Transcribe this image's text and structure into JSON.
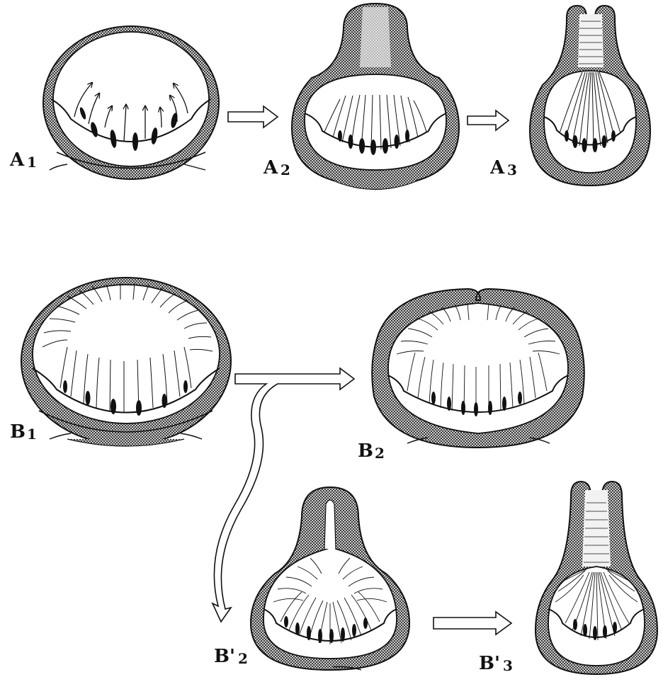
{
  "figure": {
    "panels": [
      {
        "id": "A1",
        "letter": "A",
        "sub": "1"
      },
      {
        "id": "A2",
        "letter": "A",
        "sub": "2"
      },
      {
        "id": "A3",
        "letter": "A",
        "sub": "3"
      },
      {
        "id": "B1",
        "letter": "B",
        "sub": "1"
      },
      {
        "id": "B2",
        "letter": "B",
        "sub": "2"
      },
      {
        "id": "B2p",
        "letter": "B'",
        "sub": "2"
      },
      {
        "id": "B3p",
        "letter": "B'",
        "sub": "3"
      }
    ],
    "arrows": [
      {
        "from": "A1",
        "to": "A2"
      },
      {
        "from": "A2",
        "to": "A3"
      },
      {
        "from": "B1",
        "to": "B2"
      },
      {
        "from": "B1",
        "to": "B2p"
      },
      {
        "from": "B2p",
        "to": "B3p"
      }
    ],
    "colors": {
      "ink": "#111111",
      "wall": "#8a8a8a",
      "background": "#ffffff"
    }
  }
}
